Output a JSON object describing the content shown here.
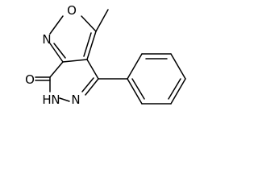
{
  "molecule": {
    "atoms": {
      "isoxazole_o": "O",
      "isoxazole_n": "N",
      "carbonyl_o": "O",
      "ring_nh": "H",
      "ring_n": "N",
      "ring_n2": "N"
    },
    "colors": {
      "bond": "#000000",
      "text": "#000000",
      "background": "#ffffff"
    }
  }
}
